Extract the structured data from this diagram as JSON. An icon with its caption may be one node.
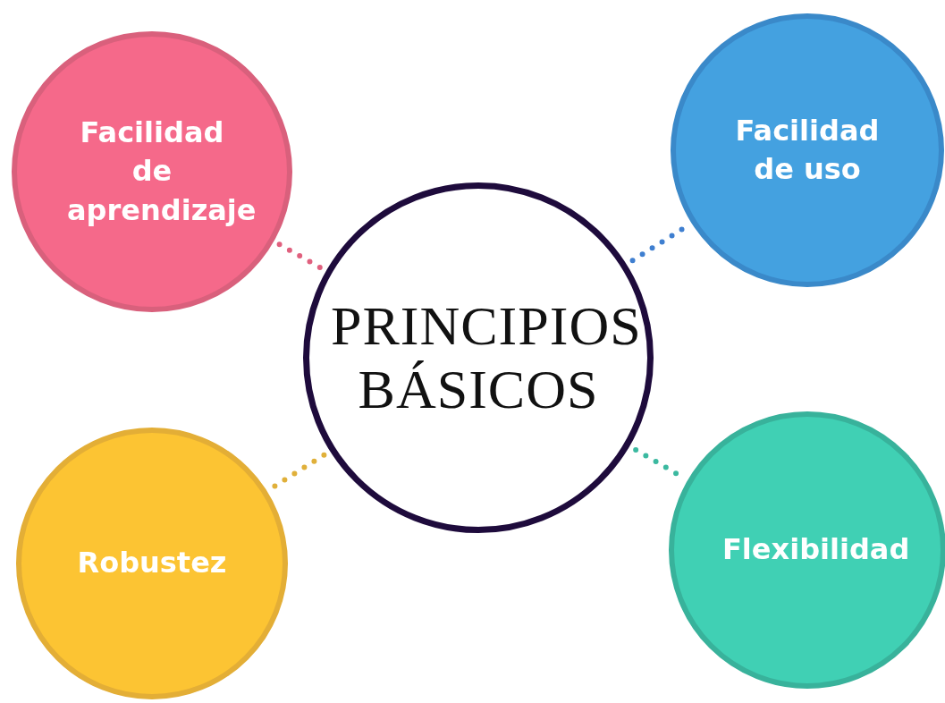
{
  "diagram": {
    "nodes": [
      {
        "text": [
          "Facilidad de aprendizaje"
        ]
      },
      {
        "text": [
          "Facilidad de uso"
        ]
      },
      {
        "text": [
          "PRINCIPIOS BÁSICOS"
        ]
      },
      {
        "text": [
          "Robustez"
        ]
      },
      {
        "text": [
          "Flexibilidad"
        ]
      }
    ],
    "edges": [
      {
        "from": 2,
        "to": 0,
        "arrow": "none",
        "style": "dashed",
        "color": "#e0607e"
      },
      {
        "from": 2,
        "to": 1,
        "arrow": "none",
        "style": "dashed",
        "color": "#3f7fd0"
      },
      {
        "from": 2,
        "to": 3,
        "arrow": "none",
        "style": "dashed",
        "color": "#e0b03a"
      },
      {
        "from": 2,
        "to": 4,
        "arrow": "none",
        "style": "dashed",
        "color": "#3bb9a0"
      }
    ]
  }
}
